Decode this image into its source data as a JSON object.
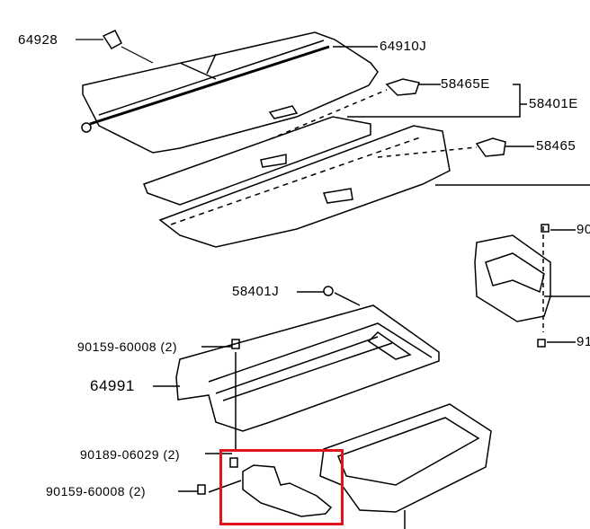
{
  "title": "Tonneau cover / deck board parts diagram",
  "highlight_color": "#e0141c",
  "labels": {
    "p64928": "64928",
    "p64910J": "64910J",
    "p58465E": "58465E",
    "p58401E": "58401E",
    "p58465": "58465",
    "p90_top": "90",
    "p91_bottom": "91",
    "p58401J": "58401J",
    "p90159_a": "90159-60008 (2)",
    "p64991": "64991",
    "p90189": "90189-06029 (2)",
    "p90159_b": "90159-60008 (2)"
  }
}
